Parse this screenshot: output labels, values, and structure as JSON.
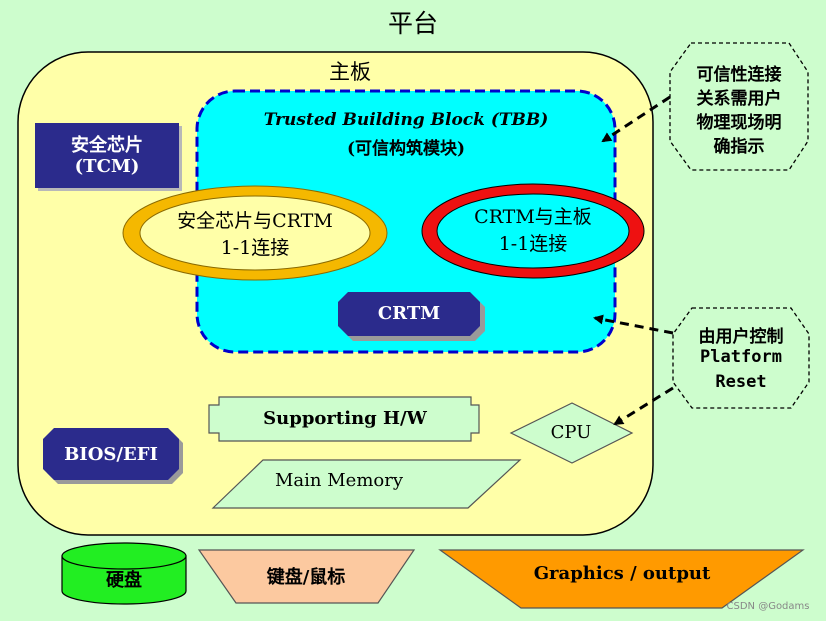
{
  "platform": {
    "title": "平台"
  },
  "motherboard": {
    "title": "主板"
  },
  "tbb": {
    "title_en": "Trusted Building Block (TBB)",
    "title_cn": "(可信构筑模块)"
  },
  "tcm_chip": {
    "line1": "安全芯片",
    "line2": "(TCM)"
  },
  "ellipse_left": {
    "line1": "安全芯片与CRTM",
    "line2": "1-1连接"
  },
  "ellipse_right": {
    "line1": "CRTM与主板",
    "line2": "1-1连接"
  },
  "crtm": {
    "label": "CRTM"
  },
  "bios": {
    "label": "BIOS/EFI"
  },
  "supporting_hw": {
    "label": "Supporting H/W"
  },
  "cpu": {
    "label": "CPU"
  },
  "main_memory": {
    "label": "Main Memory"
  },
  "callout_top": {
    "lines": [
      "可信性连接",
      "关系需用户",
      "物理现场明",
      "确指示"
    ]
  },
  "callout_bottom": {
    "lines": [
      "由用户控制",
      "Platform",
      "Reset"
    ]
  },
  "hdd": {
    "label": "硬盘"
  },
  "keyboard_mouse": {
    "label": "键盘/鼠标"
  },
  "graphics": {
    "label": "Graphics / output"
  },
  "watermark": {
    "text": "CSDN @Godams"
  },
  "colors": {
    "background": "#cdfdcd",
    "motherboard_fill": "#ffffa8",
    "tbb_fill": "#00ffff",
    "tbb_border": "#0000cc",
    "chip_fill": "#2b2b8c",
    "ellipse_left_ring": "#f5b800",
    "ellipse_right_ring": "#ee1111",
    "hdd_fill": "#22ee22",
    "keyboard_fill": "#fcc9a0",
    "graphics_fill": "#ff9a00"
  }
}
